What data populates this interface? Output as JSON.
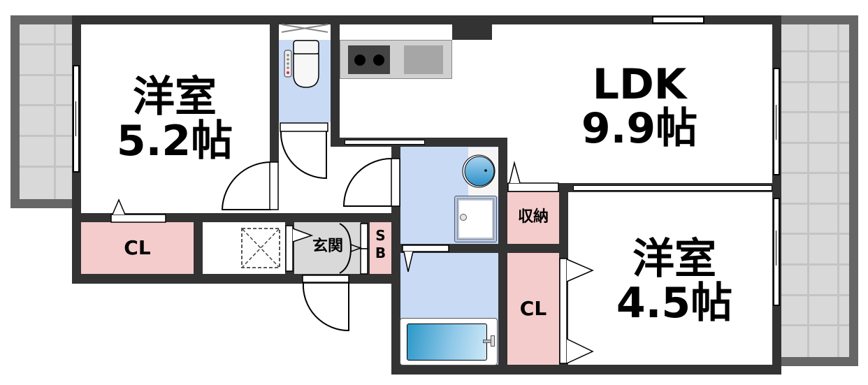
{
  "floorplan": {
    "rooms": [
      {
        "id": "western-room-1",
        "name": "洋室",
        "size": "5.2帖"
      },
      {
        "id": "ldk",
        "name": "LDK",
        "size": "9.9帖"
      },
      {
        "id": "western-room-2",
        "name": "洋室",
        "size": "4.5帖"
      }
    ],
    "closets": {
      "cl_left": "CL",
      "cl_right": "CL",
      "storage": "収納",
      "shoe_box_s": "S",
      "shoe_box_b": "B"
    },
    "entrance": "玄関",
    "fixtures": [
      "toilet",
      "kitchen-stove",
      "kitchen-sink",
      "washbasin",
      "washing-machine-pan",
      "bathtub"
    ],
    "colors": {
      "wall": "#333333",
      "balcony_frame": "#666666",
      "balcony_floor": "#d9d9d9",
      "wet_area": "#c9daf5",
      "closet": "#f4cccc",
      "entrance_floor": "#d9d9d9"
    }
  }
}
